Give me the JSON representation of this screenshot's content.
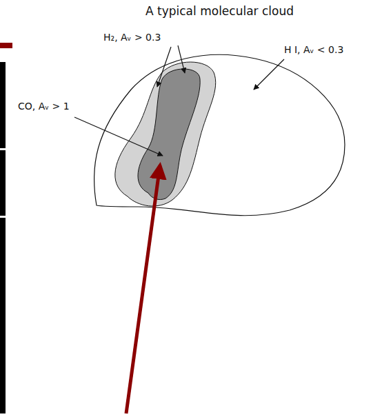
{
  "diagram": {
    "title": "A typical molecular cloud",
    "labels": [
      "H₂, Aᵥ > 0.3",
      "H I, Aᵥ < 0.3",
      "CO, Aᵥ > 1"
    ]
  }
}
